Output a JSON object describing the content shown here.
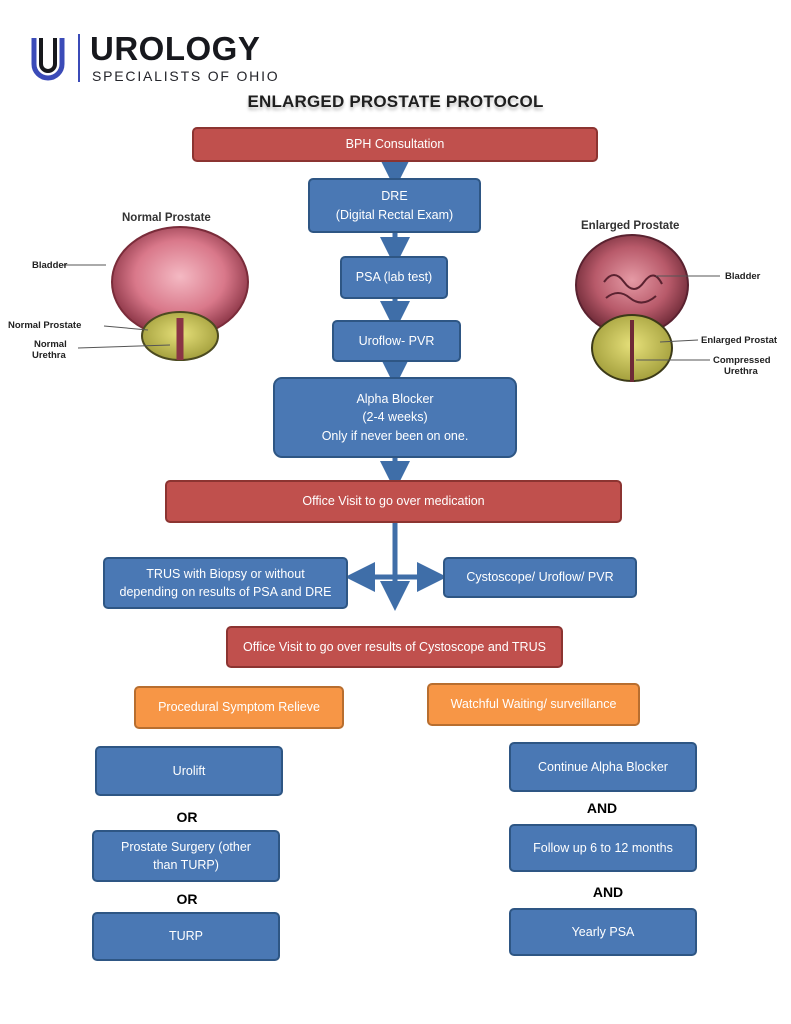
{
  "logo": {
    "title": "UROLOGY",
    "subtitle": "SPECIALISTS OF OHIO"
  },
  "title": "ENLARGED PROSTATE PROTOCOL",
  "nodes": {
    "bph_consultation": "BPH Consultation",
    "dre": "DRE\n(Digital Rectal Exam)",
    "psa": "PSA (lab test)",
    "uroflow_pvr": "Uroflow- PVR",
    "alpha_blocker": "Alpha Blocker\n(2-4 weeks)\nOnly if never been on one.",
    "office_visit_medication": "Office Visit to go over medication",
    "trus": "TRUS with Biopsy or without\ndepending on results of PSA and DRE",
    "cystoscope": "Cystoscope/ Uroflow/ PVR",
    "office_visit_results": "Office Visit to go over results of Cystoscope and TRUS",
    "procedural": "Procedural Symptom Relieve",
    "watchful": "Watchful Waiting/ surveillance",
    "urolift": "Urolift",
    "prostate_surgery": "Prostate Surgery (other\nthan TURP)",
    "turp": "TURP",
    "continue_alpha": "Continue Alpha Blocker",
    "follow_up": "Follow up 6 to 12 months",
    "yearly_psa": "Yearly PSA"
  },
  "connectors": {
    "or_1": "OR",
    "or_2": "OR",
    "and_1": "AND",
    "and_2": "AND"
  },
  "normal_illustration": {
    "title": "Normal Prostate",
    "bladder": "Bladder",
    "prostate": "Normal Prostate",
    "urethra_line1": "Normal",
    "urethra_line2": "Urethra"
  },
  "enlarged_illustration": {
    "title": "Enlarged Prostate",
    "bladder": "Bladder",
    "prostate": "Enlarged Prostat",
    "urethra_line1": "Compressed",
    "urethra_line2": "Urethra"
  },
  "colors": {
    "red": "#c0504d",
    "blue": "#4a78b4",
    "orange": "#f79646",
    "arrow": "#3f6ea8"
  }
}
